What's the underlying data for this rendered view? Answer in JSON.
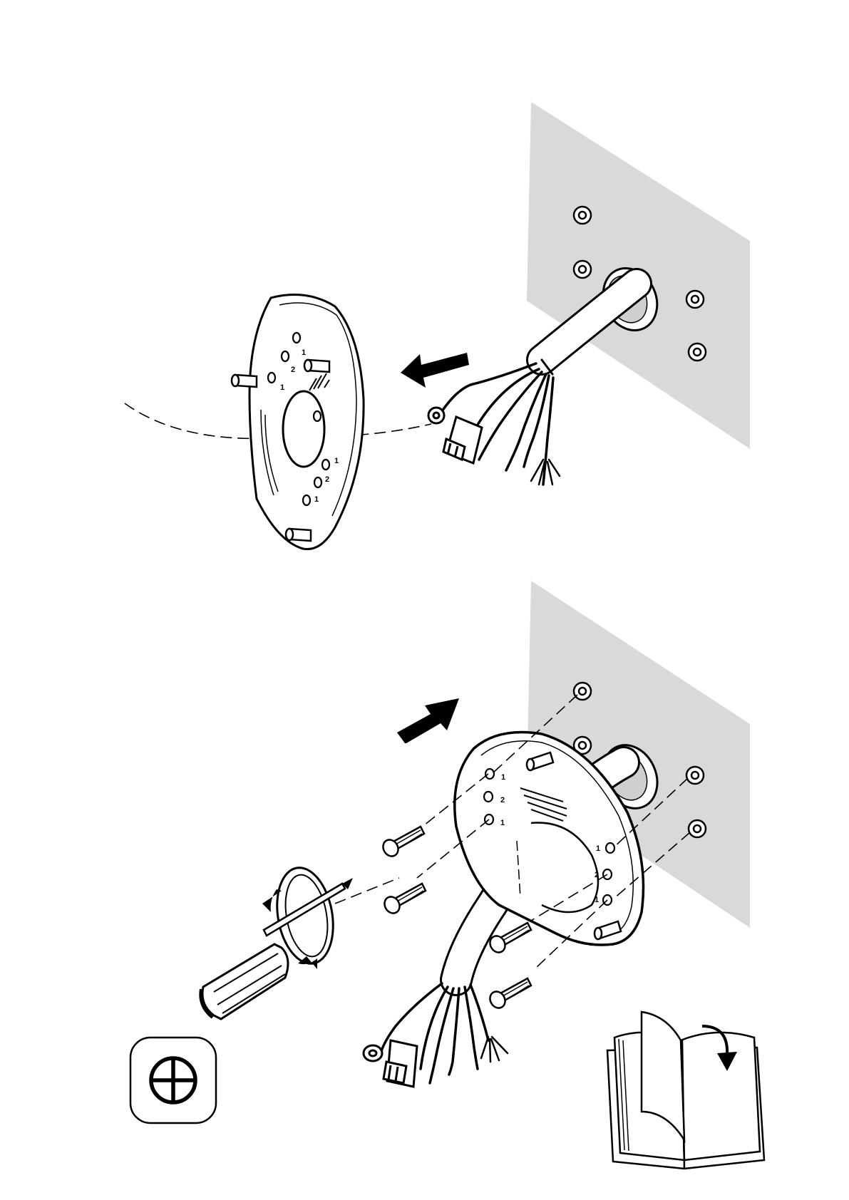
{
  "page": {
    "background": "#ffffff"
  },
  "colors": {
    "ink": "#111111",
    "wall": "#d9d9d9",
    "paper": "#ffffff"
  },
  "step1": {
    "plate_labels": [
      "1",
      "2",
      "1",
      "1",
      "2",
      "1"
    ],
    "wire_count": 5,
    "arrow": "move-away-arrow"
  },
  "step2": {
    "plate_labels": [
      "1",
      "2",
      "1",
      "1",
      "2",
      "1"
    ],
    "screw_count": 4,
    "arrow": "push-to-wall-arrow"
  },
  "icons": {
    "tool": "phillips-screwdriver-icon",
    "manual": "refer-to-manual-icon",
    "rotation": "clockwise-rotation-icon"
  }
}
